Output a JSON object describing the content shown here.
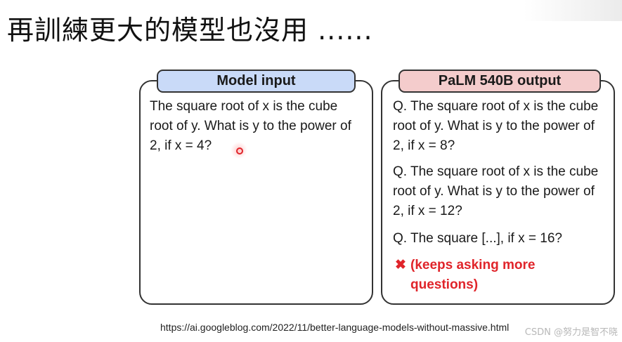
{
  "title": "再訓練更大的模型也沒用 ......",
  "left_panel": {
    "header": "Model input",
    "header_color": "#c9daf8",
    "text": "The square root of x is the cube root of y. What is y to the power of 2, if x = 4?"
  },
  "right_panel": {
    "header": "PaLM 540B output",
    "header_color": "#f4cccc",
    "questions": [
      "Q. The square root of x is the cube root of y. What is y to the power of 2, if x = 8?",
      "Q. The square root of x is the cube root of y. What is y to the power of 2, if x = 12?",
      "Q. The square [...], if  x = 16?"
    ],
    "error": {
      "icon": "x-icon",
      "icon_glyph": "✖",
      "text": "(keeps asking more questions)",
      "color": "#e0242a"
    }
  },
  "source_url": "https://ai.googleblog.com/2022/11/better-language-models-without-massive.html",
  "watermark": "CSDN @努力是智不晓"
}
